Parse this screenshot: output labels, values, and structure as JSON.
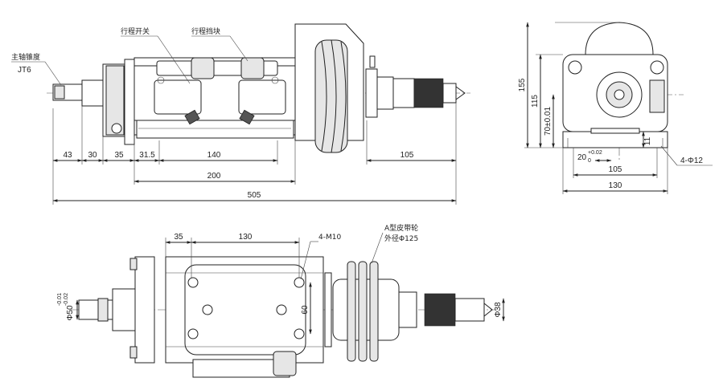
{
  "front_view": {
    "callouts": {
      "spindle_taper": "主轴锥度",
      "spindle_taper_value": "JT6",
      "stroke_switch": "行程开关",
      "stroke_stop": "行程挡块"
    },
    "dims": {
      "d43": "43",
      "d30": "30",
      "d35": "35",
      "d31_5": "31.5",
      "d140": "140",
      "d200": "200",
      "d505": "505",
      "d105": "105"
    }
  },
  "side_view": {
    "dims": {
      "d155": "155",
      "d115": "115",
      "d70": "70±0.01",
      "d11": "11",
      "d20": "20",
      "d20_tol_upper": "+0.02",
      "d20_tol_lower": "0",
      "d105": "105",
      "d130": "130",
      "holes": "4-Φ12"
    }
  },
  "top_view": {
    "callouts": {
      "pulley_type": "A型皮带轮",
      "pulley_od": "外径Φ125",
      "thread": "4-M10"
    },
    "dims": {
      "d35": "35",
      "d130": "130",
      "d60": "60",
      "d50": "Φ50",
      "d50_tol_upper": "-0.01",
      "d50_tol_lower": "-0.02",
      "d38": "Φ38"
    }
  }
}
